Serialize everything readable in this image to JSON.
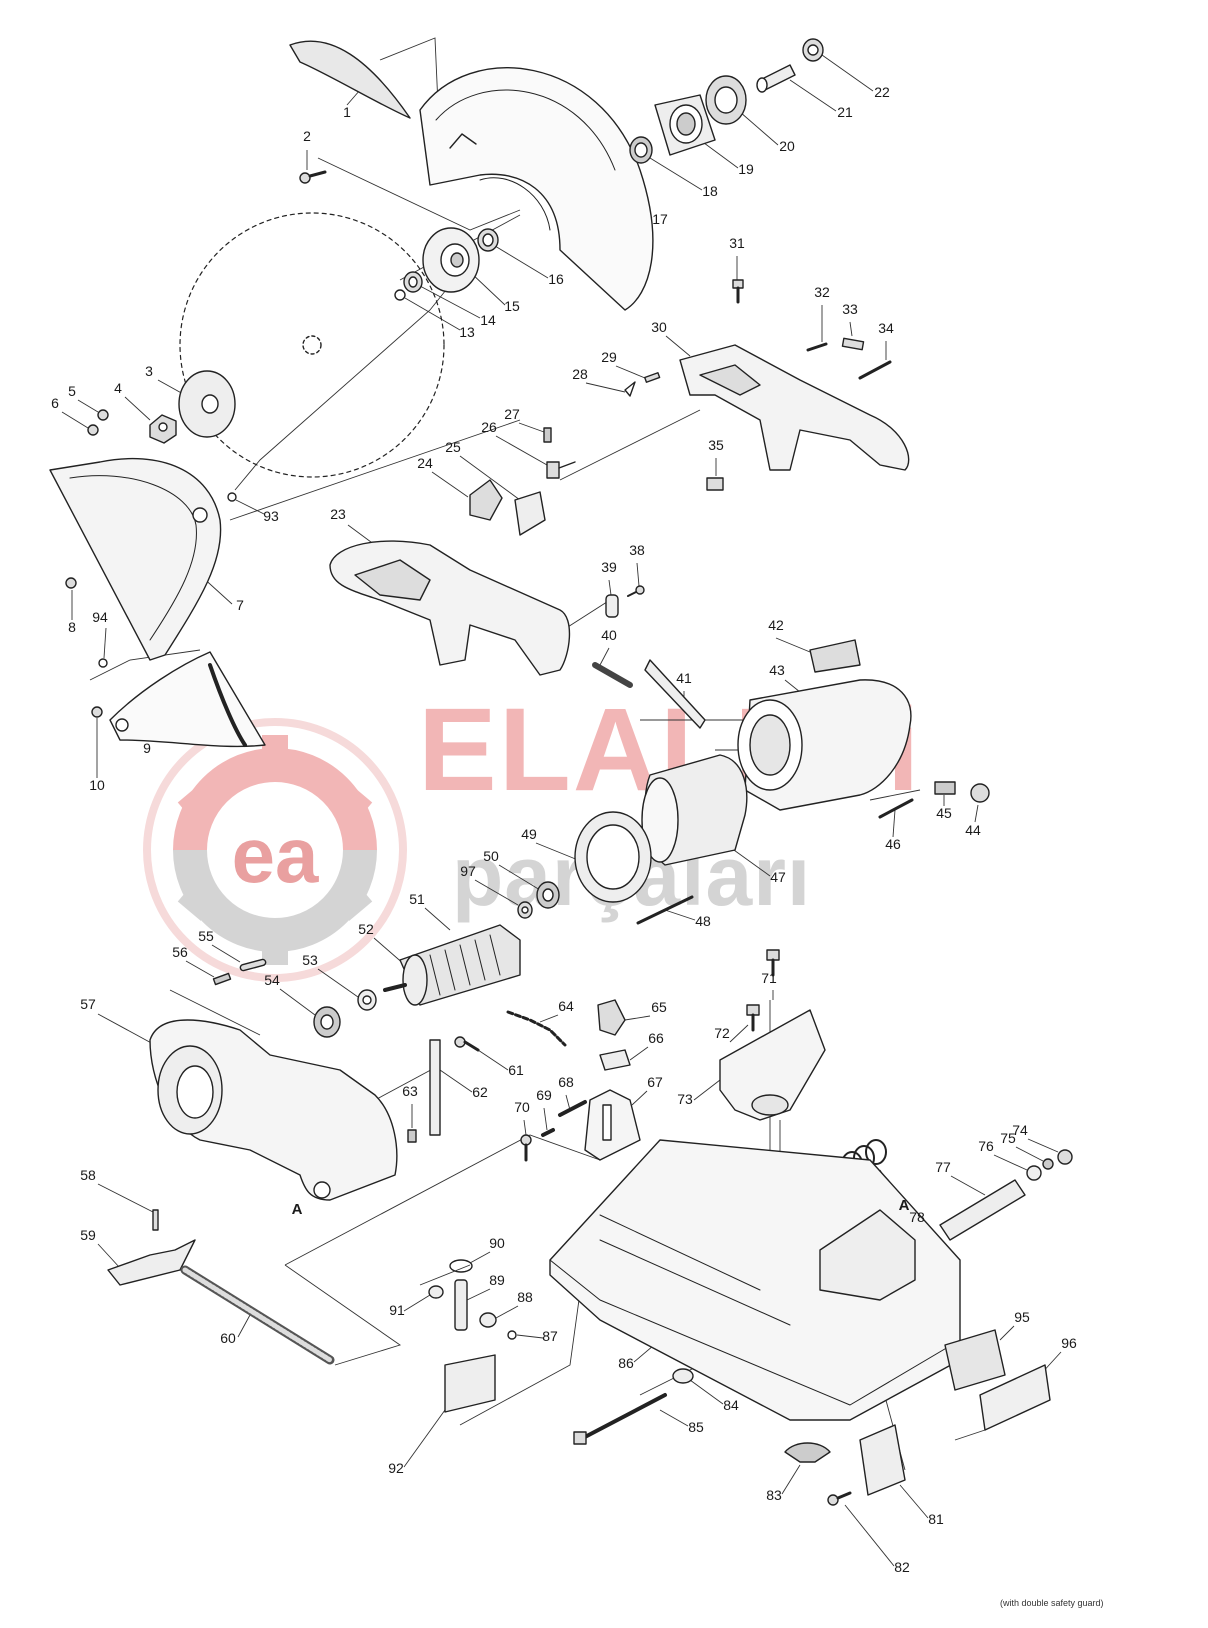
{
  "watermark": {
    "brand_top": "ELALETi",
    "brand_bottom": "parçaları",
    "logo_letters": "ea",
    "red": "#f2b6b6",
    "gray": "#d4d4d4"
  },
  "footnote": "(with double safety guard)",
  "reference_letters": [
    {
      "id": "A-left",
      "text": "A"
    },
    {
      "id": "A-right",
      "text": "A"
    }
  ],
  "part_numbers": [
    "1",
    "2",
    "3",
    "4",
    "5",
    "6",
    "7",
    "8",
    "9",
    "10",
    "13",
    "14",
    "15",
    "16",
    "17",
    "18",
    "19",
    "20",
    "21",
    "22",
    "23",
    "24",
    "25",
    "26",
    "27",
    "28",
    "29",
    "30",
    "31",
    "32",
    "33",
    "34",
    "35",
    "38",
    "39",
    "40",
    "41",
    "42",
    "43",
    "44",
    "45",
    "46",
    "47",
    "48",
    "49",
    "50",
    "51",
    "52",
    "53",
    "54",
    "55",
    "56",
    "57",
    "58",
    "59",
    "60",
    "61",
    "62",
    "63",
    "64",
    "65",
    "66",
    "67",
    "68",
    "69",
    "70",
    "71",
    "72",
    "73",
    "74",
    "75",
    "76",
    "77",
    "78",
    "81",
    "82",
    "83",
    "84",
    "85",
    "86",
    "87",
    "88",
    "89",
    "90",
    "91",
    "92",
    "93",
    "94",
    "95",
    "96",
    "97"
  ]
}
